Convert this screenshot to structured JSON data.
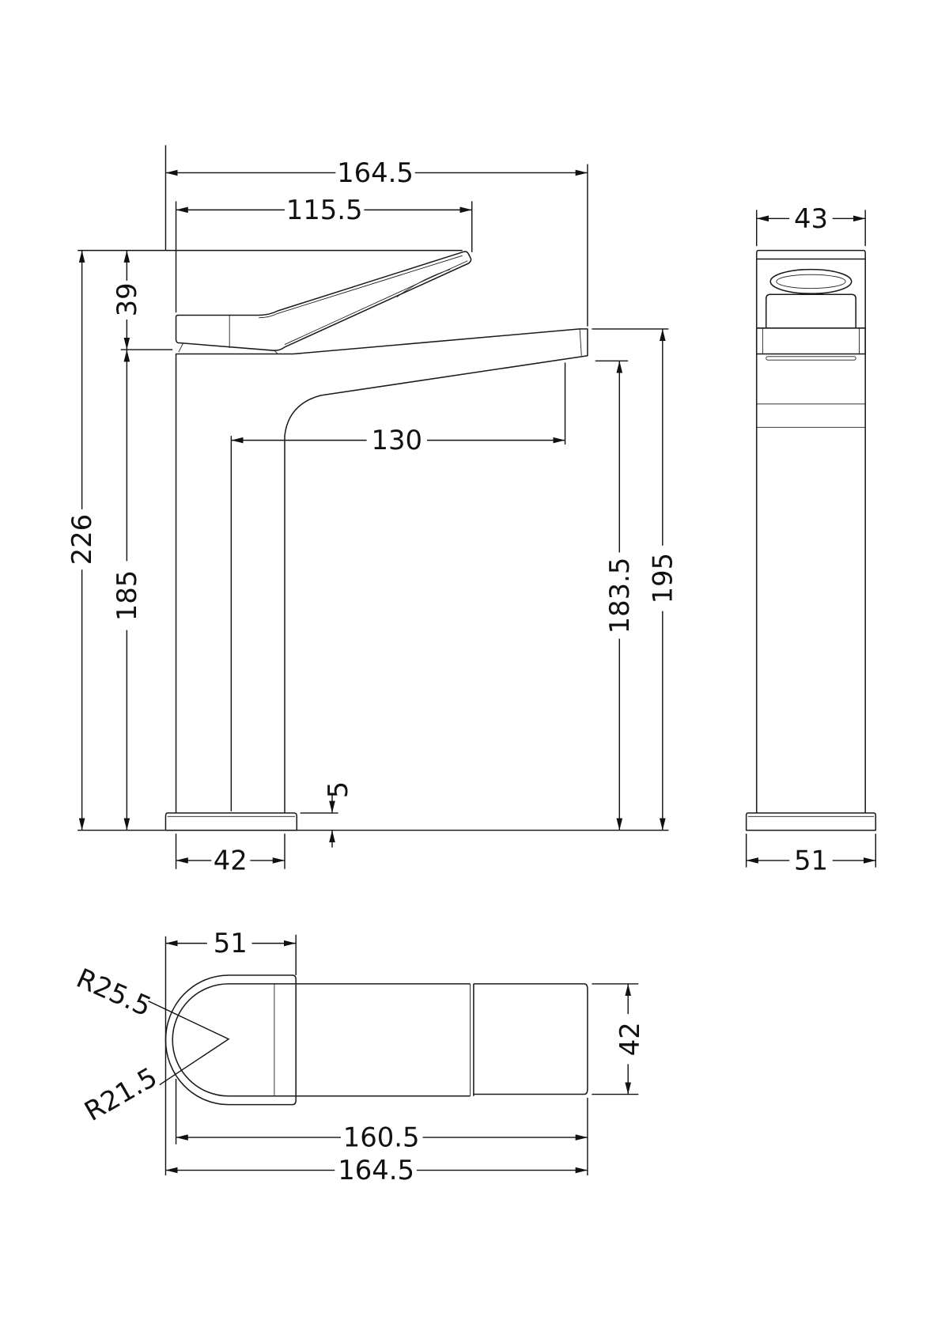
{
  "drawing": {
    "front_view": {
      "overall_width": "164.5",
      "handle_width": "115.5",
      "handle_height": "39",
      "overall_height": "226",
      "body_height": "185",
      "spout_reach": "130",
      "outlet_height": "183.5",
      "spout_top_height": "195",
      "base_diameter": "42",
      "base_thickness": "5"
    },
    "side_view": {
      "body_width": "43",
      "base_width": "51"
    },
    "top_view": {
      "handle_length": "51",
      "outer_radius": "R25.5",
      "inner_radius": "R21.5",
      "spout_width": "42",
      "inner_length": "160.5",
      "overall_length": "164.5"
    }
  }
}
